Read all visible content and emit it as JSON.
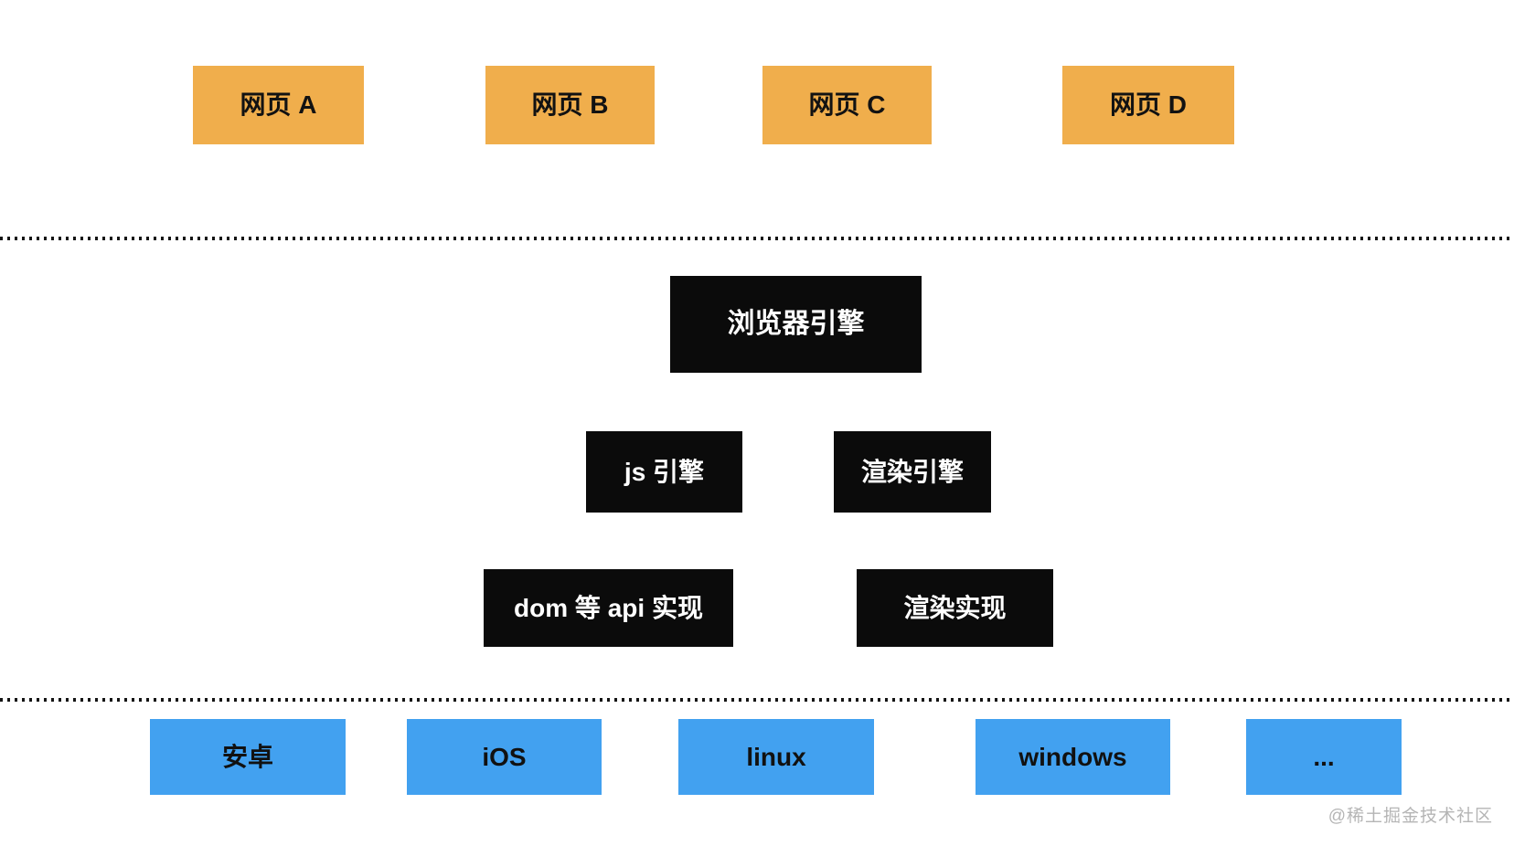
{
  "diagram": {
    "title_implied": "browser-architecture-diagram",
    "colors": {
      "webpage_box": "#F0AE4C",
      "engine_box": "#0b0b0b",
      "platform_box": "#42A1F0",
      "divider_dots": "#141414",
      "watermark_text": "#b5b5b5",
      "background": "#ffffff"
    },
    "webpages": [
      {
        "label": "网页 A"
      },
      {
        "label": "网页 B"
      },
      {
        "label": "网页 C"
      },
      {
        "label": "网页 D"
      }
    ],
    "browser_engine": {
      "label": "浏览器引擎"
    },
    "engines": [
      {
        "label": "js 引擎"
      },
      {
        "label": "渲染引擎"
      }
    ],
    "implementations": [
      {
        "label": "dom 等 api 实现"
      },
      {
        "label": "渲染实现"
      }
    ],
    "platforms": [
      {
        "label": "安卓"
      },
      {
        "label": "iOS"
      },
      {
        "label": "linux"
      },
      {
        "label": "windows"
      },
      {
        "label": "..."
      }
    ],
    "watermark": {
      "text": "@稀土掘金技术社区"
    }
  }
}
